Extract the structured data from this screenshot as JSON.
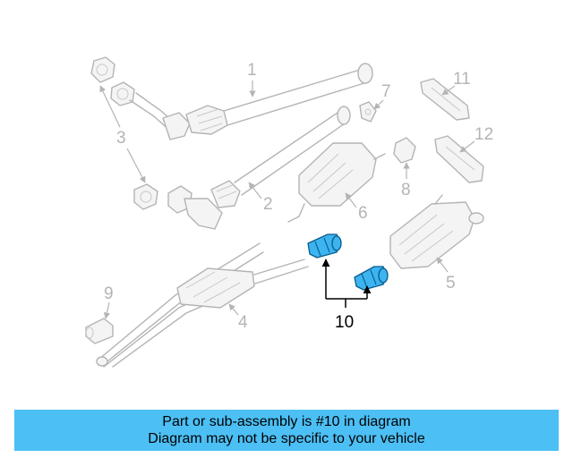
{
  "diagram": {
    "callouts": [
      "1",
      "2",
      "3",
      "4",
      "5",
      "6",
      "7",
      "8",
      "9",
      "10",
      "11",
      "12"
    ],
    "highlighted_part": "10",
    "highlight_color": "#3cb4f0",
    "part_color": "#b4b4b4"
  },
  "banner": {
    "line1": "Part or sub-assembly is #10 in diagram",
    "line2": "Diagram may not be specific to your vehicle",
    "background": "#4cbff5"
  }
}
